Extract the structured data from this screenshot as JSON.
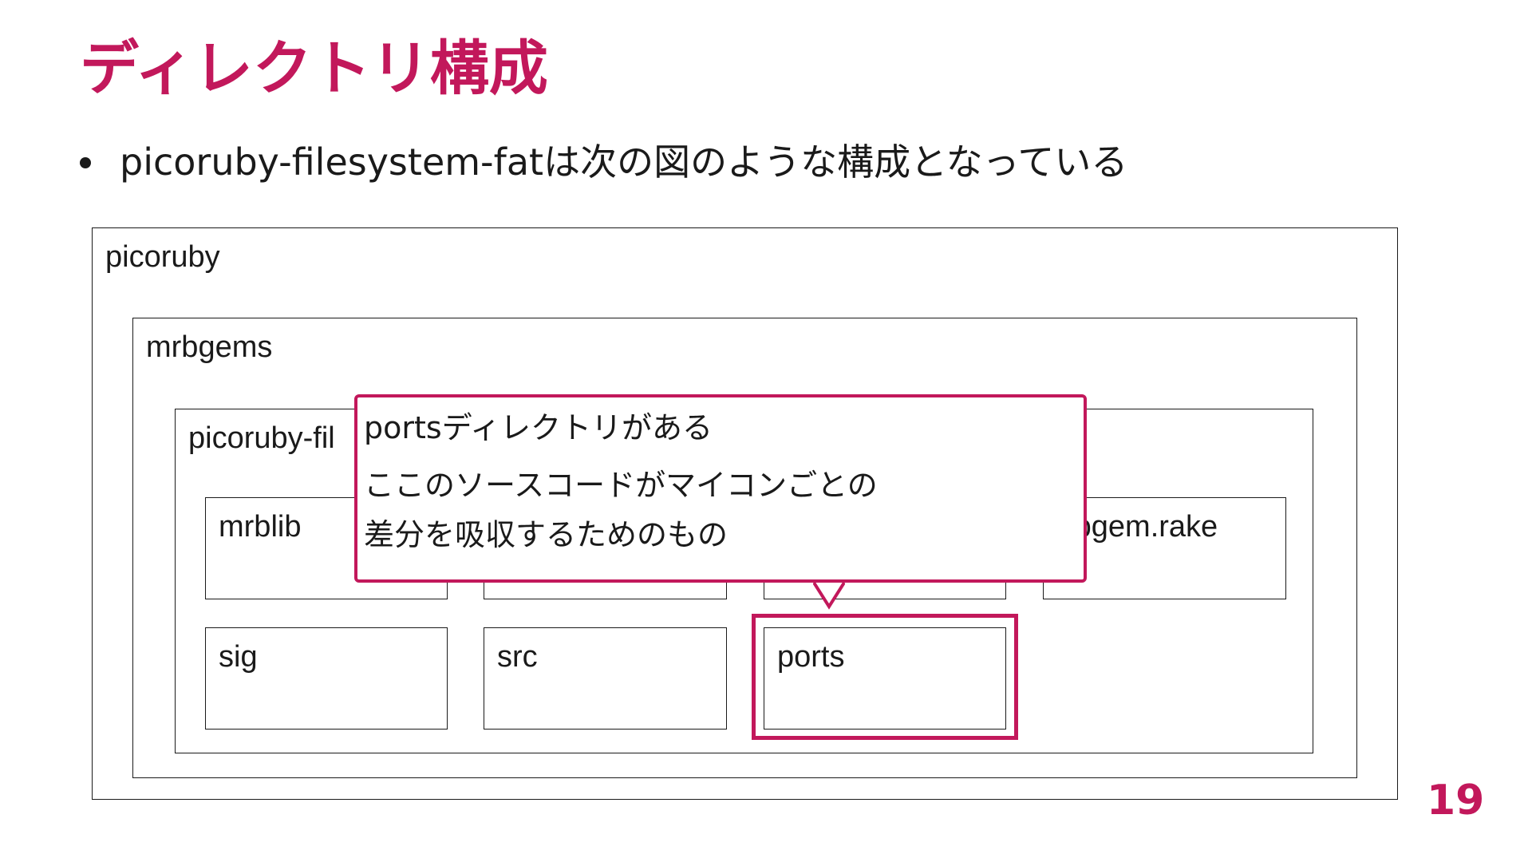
{
  "title": "ディレクトリ構成",
  "bullet": "picoruby-filesystem-fatは次の図のような構成となっている",
  "diagram": {
    "outer": "picoruby",
    "middle": "mrbgems",
    "inner": "picoruby-fil",
    "row1": [
      "mrblib",
      "rbgem.rake"
    ],
    "row2": [
      "sig",
      "src",
      "ports"
    ]
  },
  "callout": {
    "line1": "portsディレクトリがある",
    "line2": "ここのソースコードがマイコンごとの",
    "line3": "差分を吸収するためのもの"
  },
  "page_number": "19",
  "colors": {
    "accent": "#c2185b",
    "text": "#1a1a1a"
  }
}
